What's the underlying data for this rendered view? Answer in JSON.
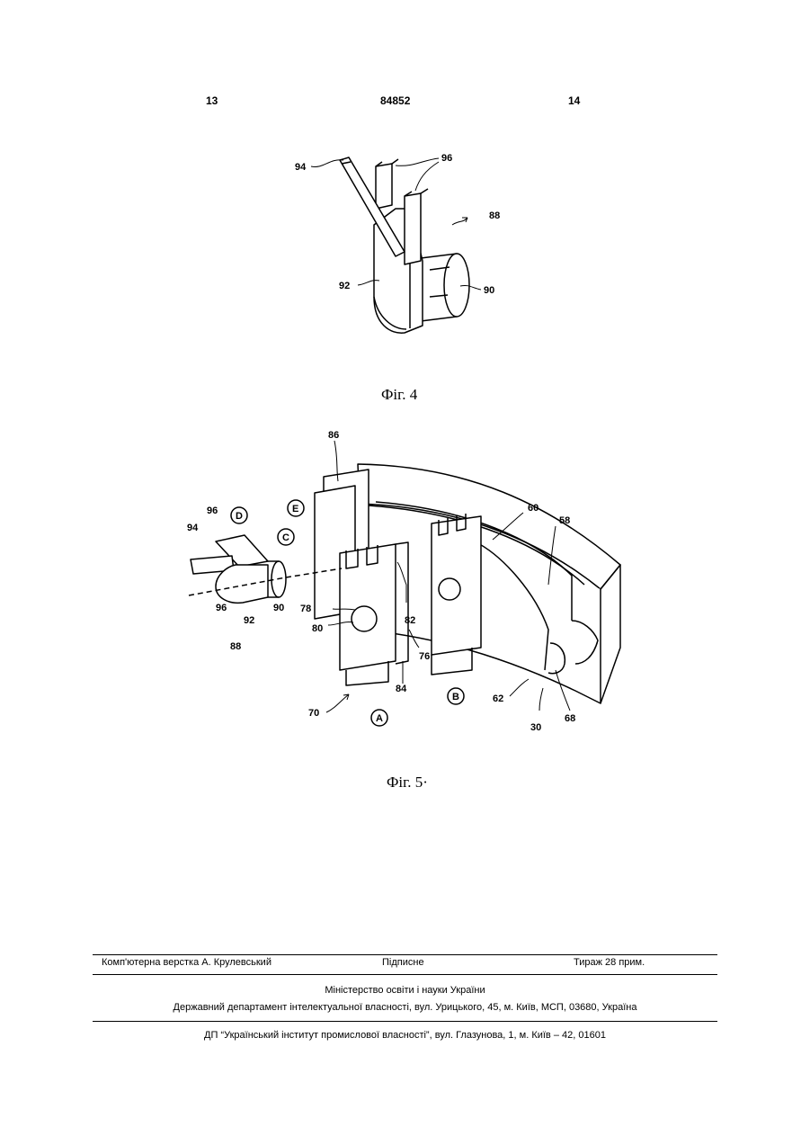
{
  "header": {
    "page_left": "13",
    "patent_number": "84852",
    "page_right": "14"
  },
  "fig4": {
    "caption": "Фіг. 4",
    "labels": [
      "94",
      "96",
      "88",
      "92",
      "90"
    ]
  },
  "fig5": {
    "caption": "Фіг. 5·",
    "labels": [
      "86",
      "96",
      "94",
      "60",
      "58",
      "96",
      "92",
      "90",
      "88",
      "78",
      "80",
      "82",
      "76",
      "84",
      "70",
      "62",
      "68",
      "30"
    ],
    "circled": [
      "D",
      "E",
      "C",
      "A",
      "B"
    ]
  },
  "footer": {
    "typesetter": "Комп'ютерна верстка А. Крулевський",
    "signed": "Підписне",
    "circulation": "Тираж 28 прим.",
    "ministry": "Міністерство освіти і науки України",
    "department": "Державний департамент інтелектуальної власності, вул. Урицького, 45, м. Київ, МСП, 03680, Україна",
    "institute": "ДП “Український інститут промислової власності”, вул. Глазунова, 1, м. Київ – 42, 01601"
  }
}
